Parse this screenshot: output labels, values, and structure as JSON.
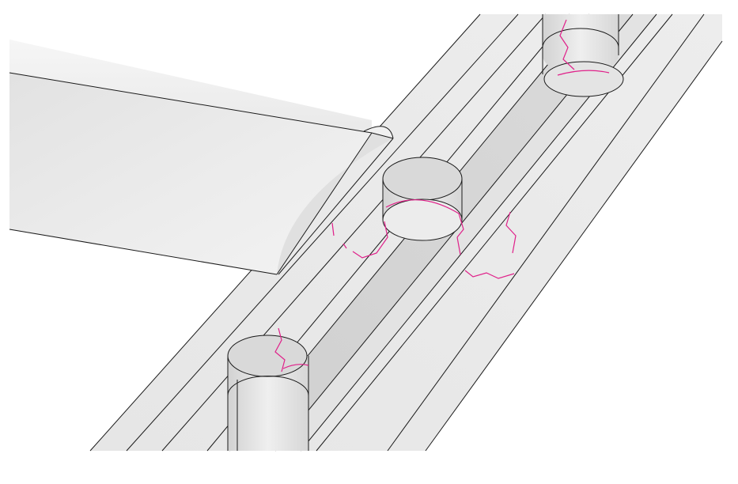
{
  "viewport": {
    "background": "#ffffff"
  },
  "colors": {
    "edge": "#1a1a1a",
    "crack": "#e0218a",
    "surface_light": "#ececec",
    "surface_mid": "#dedede",
    "surface_shadow": "#c9c9c9",
    "channel_floor": "#d4d4d4",
    "hole_inner": "#d8d8d8",
    "hole_rim": "#f2f2f2"
  },
  "model": {
    "parts": [
      "beam",
      "plate",
      "channel",
      "holes",
      "crack-lines"
    ]
  }
}
